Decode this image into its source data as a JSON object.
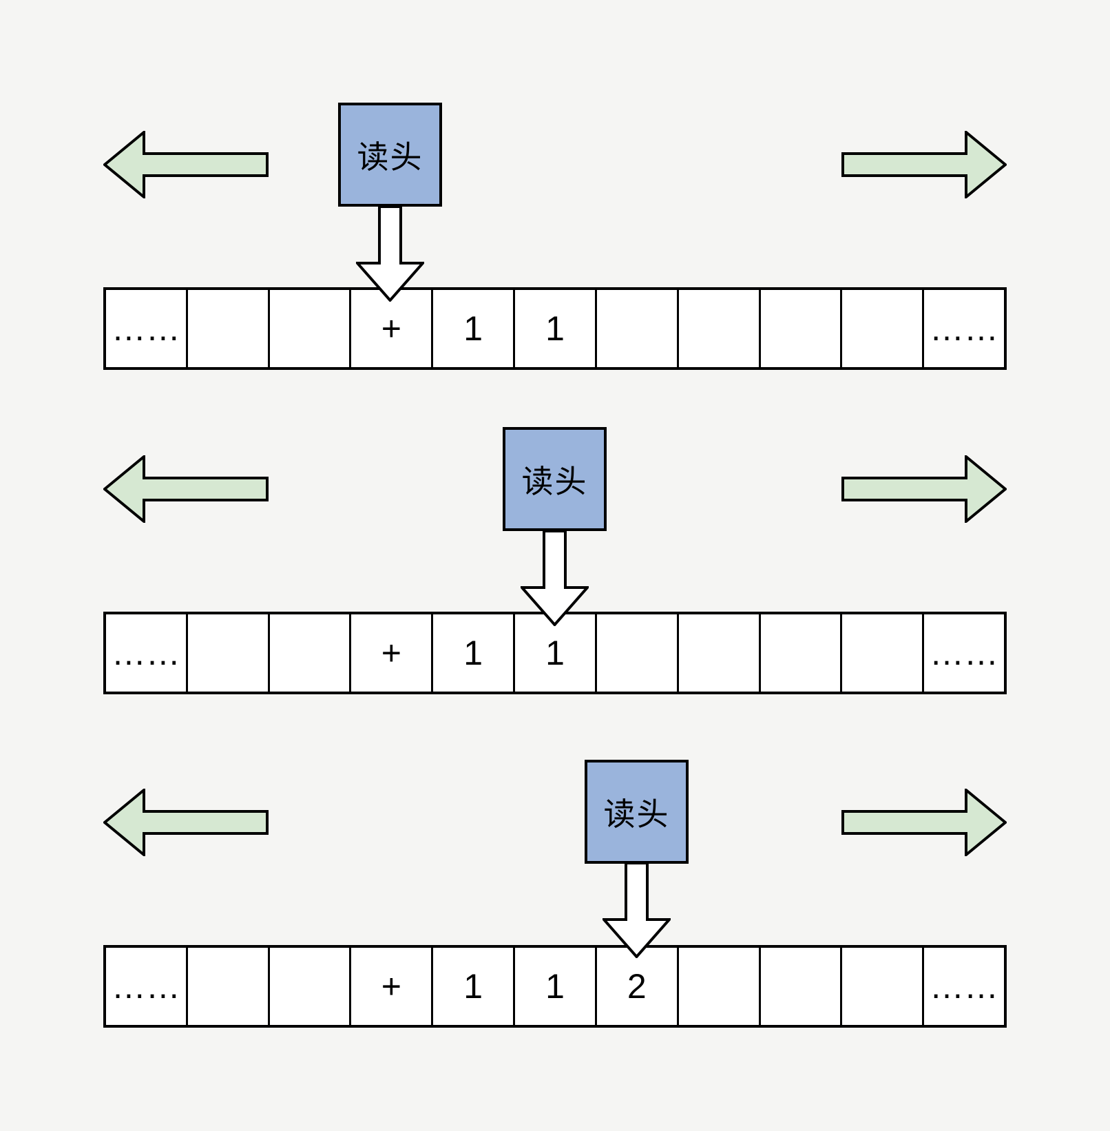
{
  "diagram": {
    "description": "turing-machine-tape-read-head-three-states",
    "head_label": "读头",
    "colors": {
      "background": "#f5f5f3",
      "head_fill": "#9ab4dc",
      "move_arrow_fill": "#d6e8d2",
      "pointer_arrow_fill": "#ffffff",
      "cell_fill": "#ffffff",
      "line": "#000000"
    },
    "icons": {
      "left": "move-left-arrow-icon",
      "right": "move-right-arrow-icon",
      "down": "head-pointer-arrow-icon"
    },
    "states": [
      {
        "label": "state-1",
        "head_over_cell": 4,
        "cells": [
          "……",
          "",
          "",
          "+",
          "1",
          "1",
          "",
          "",
          "",
          "",
          "……"
        ]
      },
      {
        "label": "state-2",
        "head_over_cell": 6,
        "cells": [
          "……",
          "",
          "",
          "+",
          "1",
          "1",
          "",
          "",
          "",
          "",
          "……"
        ]
      },
      {
        "label": "state-3",
        "head_over_cell": 7,
        "cells": [
          "……",
          "",
          "",
          "+",
          "1",
          "1",
          "2",
          "",
          "",
          "",
          "……"
        ]
      }
    ]
  }
}
